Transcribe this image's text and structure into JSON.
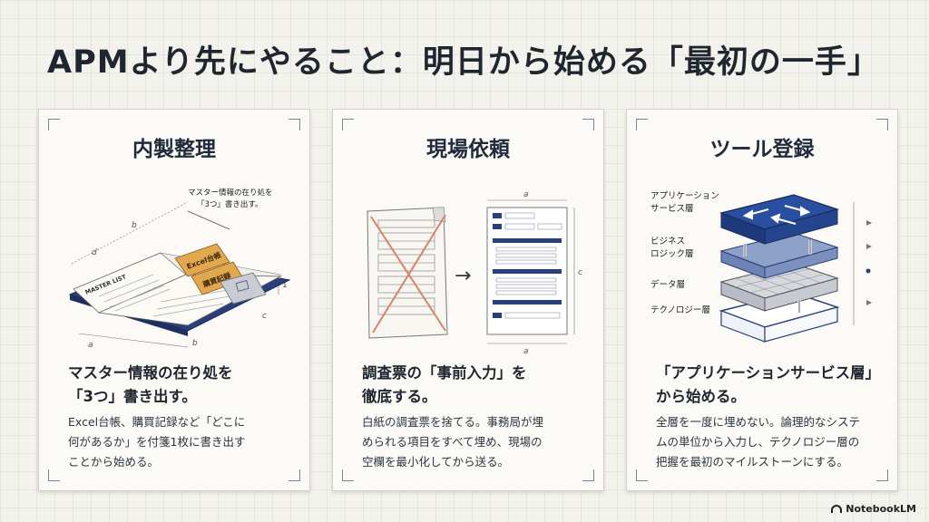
{
  "title": "APMより先にやること：明日から始める「最初の一手」",
  "cards": [
    {
      "title": "内製整理",
      "illustration": {
        "callout": [
          "マスター情報の在り処を",
          "「3つ」書き出す。"
        ],
        "book_label": "MASTER LIST",
        "tab1": "Excel台帳",
        "tab2": "購買記録",
        "dims": [
          "a",
          "b",
          "c",
          "d",
          "1"
        ]
      },
      "heading": [
        "マスター情報の在り処を",
        "「3つ」書き出す。"
      ],
      "body": [
        "Excel台帳、購買記録など「どこに",
        "何があるか」を付箋1枚に書き出す",
        "ことから始める。"
      ]
    },
    {
      "title": "現場依頼",
      "illustration": {
        "dims": [
          "a",
          "c",
          "a"
        ],
        "arrow": "→"
      },
      "heading": [
        "調査票の「事前入力」を",
        "徹底する。"
      ],
      "body": [
        "白紙の調査票を捨てる。事務局が埋",
        "められる項目をすべて埋め、現場の",
        "空欄を最小化してから送る。"
      ]
    },
    {
      "title": "ツール登録",
      "illustration": {
        "layers": [
          "アプリケーション",
          "サービス層",
          "ビジネス",
          "ロジック層",
          "データ層",
          "テクノロジー層"
        ]
      },
      "heading": [
        "「アプリケーションサービス層」",
        "から始める。"
      ],
      "body": [
        "全層を一度に埋めない。論理的なシステ",
        "ムの単位から入力し、テクノロジー層の",
        "把握を最初のマイルストーンにする。"
      ]
    }
  ],
  "footer": {
    "logo": "NotebookLM"
  },
  "colors": {
    "navy": "#2a3f7a",
    "orange": "#e3a84e",
    "red": "#d8826a"
  }
}
